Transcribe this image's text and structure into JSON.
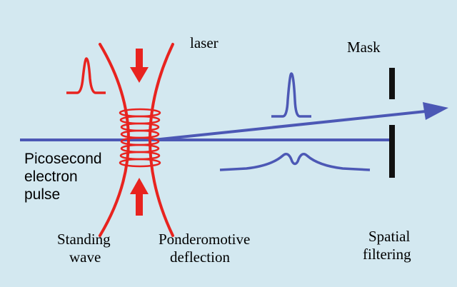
{
  "colors": {
    "background": "#d3e8f0",
    "laser": "#e8231f",
    "electron": "#4c58b5",
    "mask": "#111111"
  },
  "labels": {
    "laser": "laser",
    "mask": "Mask",
    "electron_line1": "Picosecond",
    "electron_line2": "electron",
    "electron_line3": "pulse",
    "standing_line1": "Standing",
    "standing_line2": "wave",
    "ponder_line1": "Ponderomotive",
    "ponder_line2": "deflection",
    "spatial_line1": "Spatial",
    "spatial_line2": "filtering"
  }
}
